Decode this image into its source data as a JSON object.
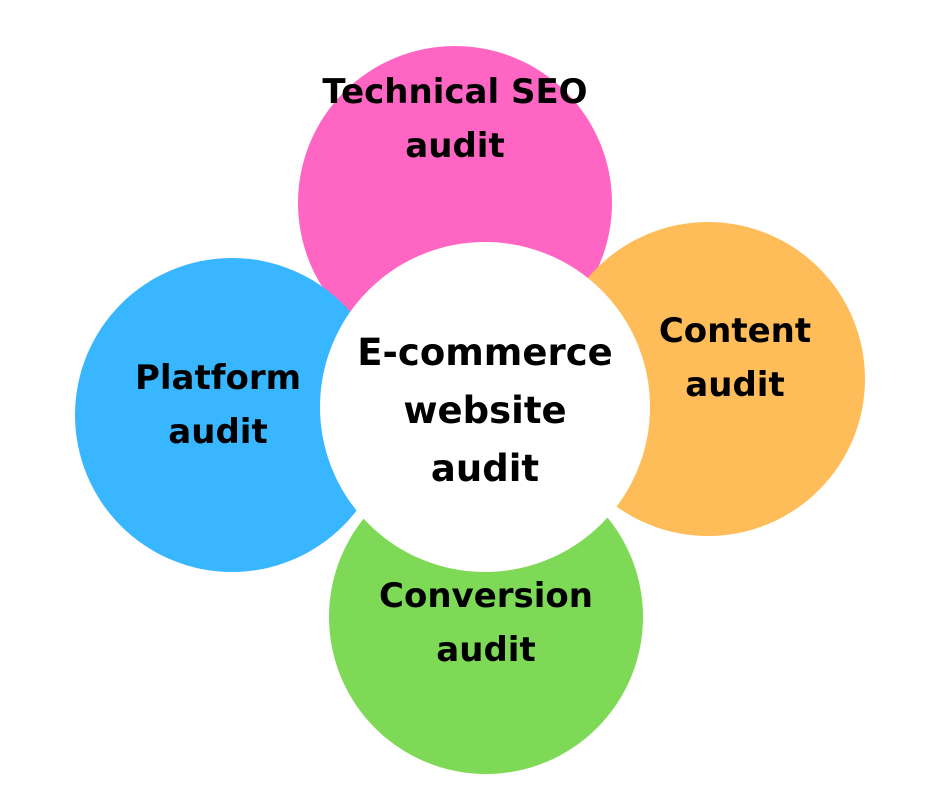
{
  "diagram": {
    "center": {
      "lines": [
        "E-commerce",
        "website",
        "audit"
      ],
      "color": "#ffffff"
    },
    "nodes": {
      "technical_seo": {
        "lines": [
          "Technical SEO",
          "audit"
        ],
        "color": "#ff66c4"
      },
      "content": {
        "lines": [
          "Content",
          "audit"
        ],
        "color": "#ffbd59"
      },
      "platform": {
        "lines": [
          "Platform",
          "audit"
        ],
        "color": "#38b6ff"
      },
      "conversion": {
        "lines": [
          "Conversion",
          "audit"
        ],
        "color": "#7ed957"
      }
    }
  }
}
